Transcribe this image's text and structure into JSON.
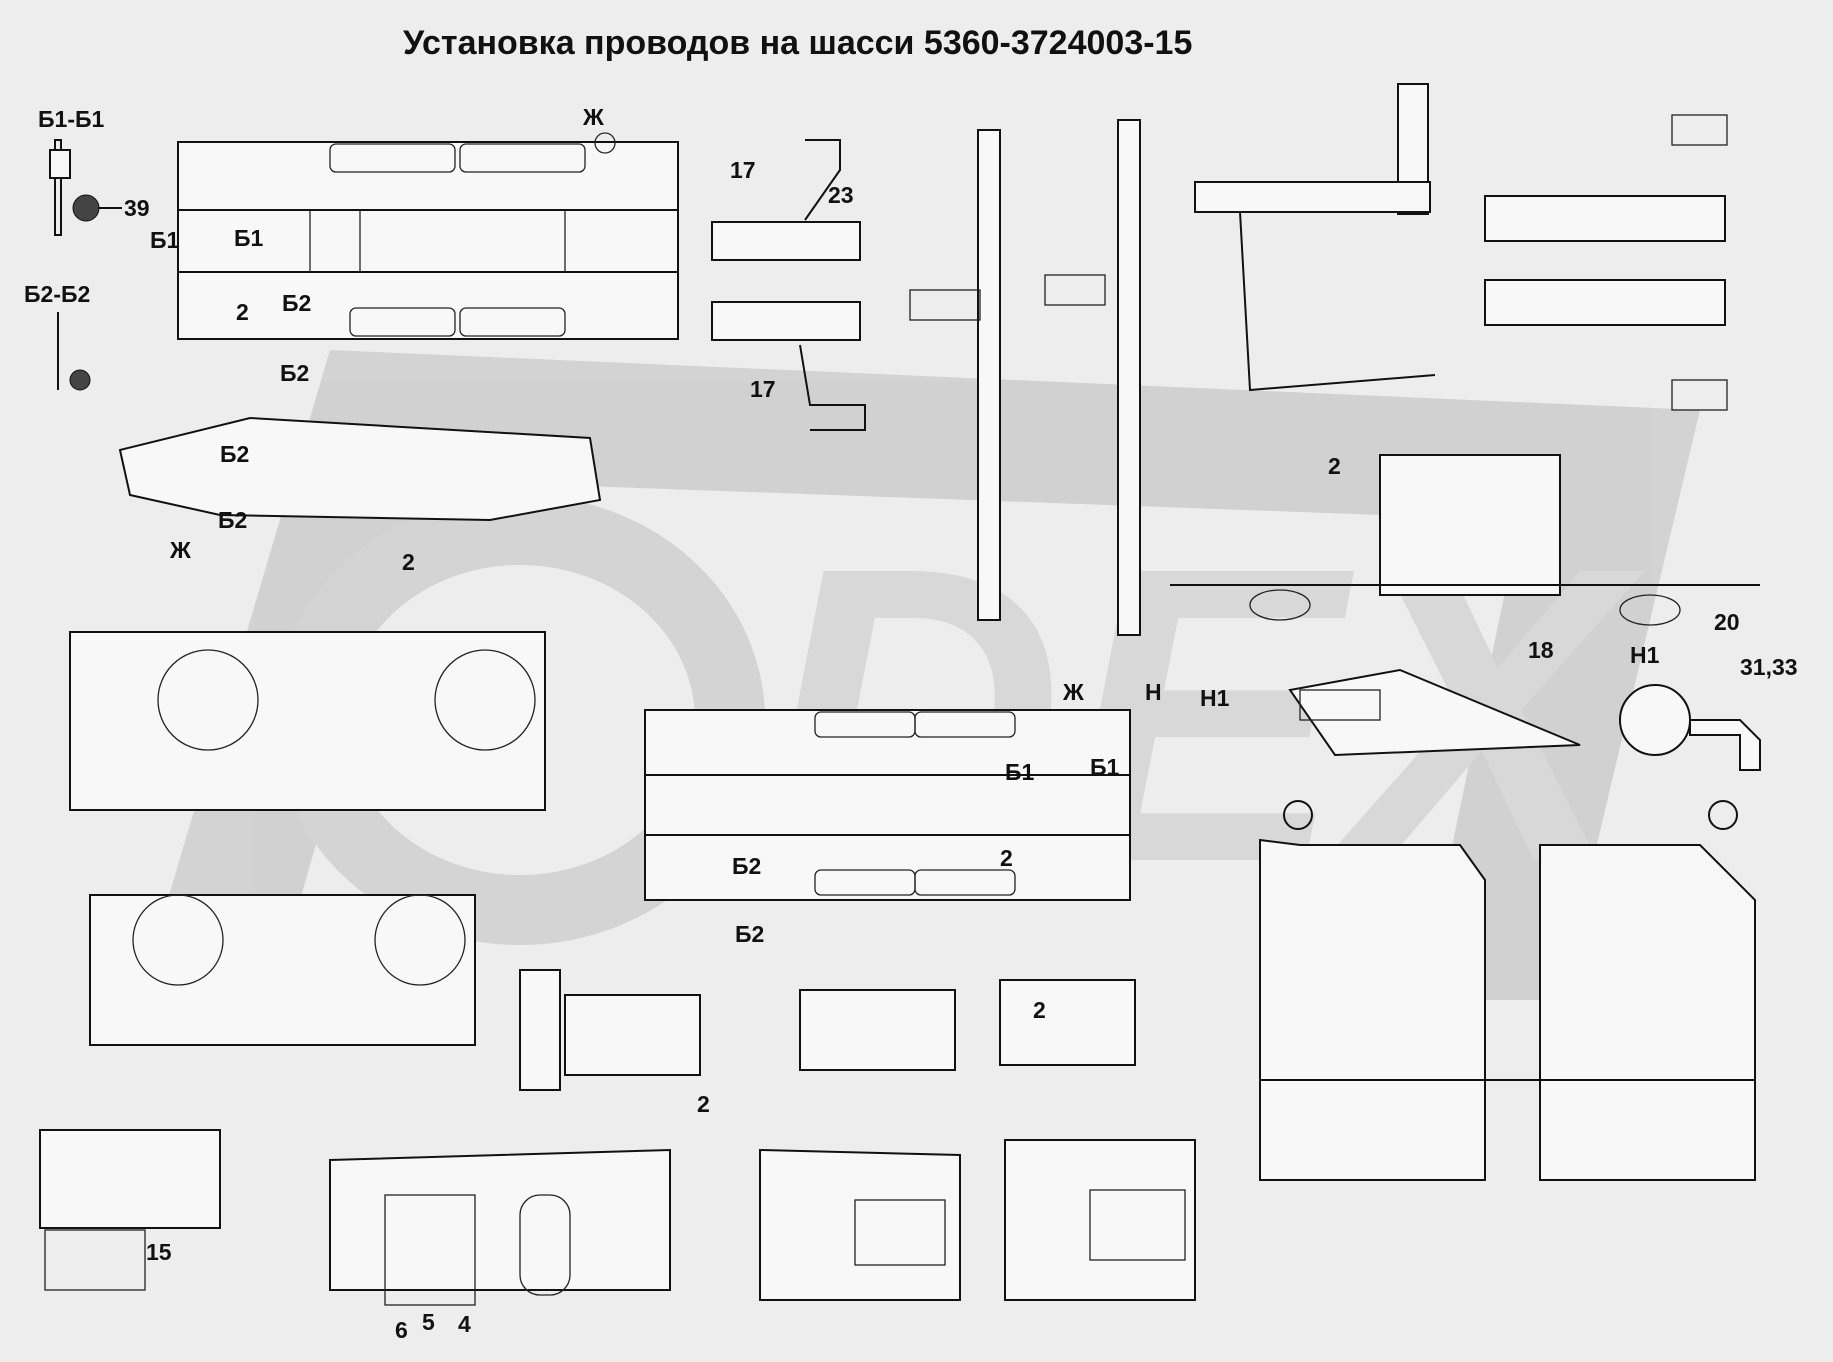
{
  "title": "Установка проводов на шасси 5360-3724003-15",
  "watermark": "DEX",
  "colors": {
    "background": "#ededed",
    "ink": "#111111",
    "watermark": "#cfcfcf"
  },
  "labels": {
    "b1_b1": "Б1-Б1",
    "b2_b2": "Б2-Б2",
    "n39": "39",
    "zh_top": "Ж",
    "b1_left": "Б1",
    "b1_right": "Б1",
    "n2_top": "2",
    "b2_top_a": "Б2",
    "b2_top_b": "Б2",
    "n17_top": "17",
    "n23": "23",
    "n17_bottom": "17",
    "b2_side_a": "Б2",
    "b2_side_b": "Б2",
    "zh_side": "Ж",
    "n2_side": "2",
    "n2_right": "2",
    "zh_mid": "Ж",
    "n_h": "Н",
    "n_h1": "Н1",
    "b1_mid_a": "Б1",
    "b1_mid_b": "Б1",
    "n2_mid": "2",
    "b2_mid_a": "Б2",
    "b2_mid_b": "Б2",
    "n18": "18",
    "n_h1_detail": "Н1",
    "n20": "20",
    "n31_33": "31,33",
    "n2_box_a": "2",
    "n2_box_b": "2",
    "n15": "15",
    "n6": "6",
    "n5": "5",
    "n4": "4"
  }
}
